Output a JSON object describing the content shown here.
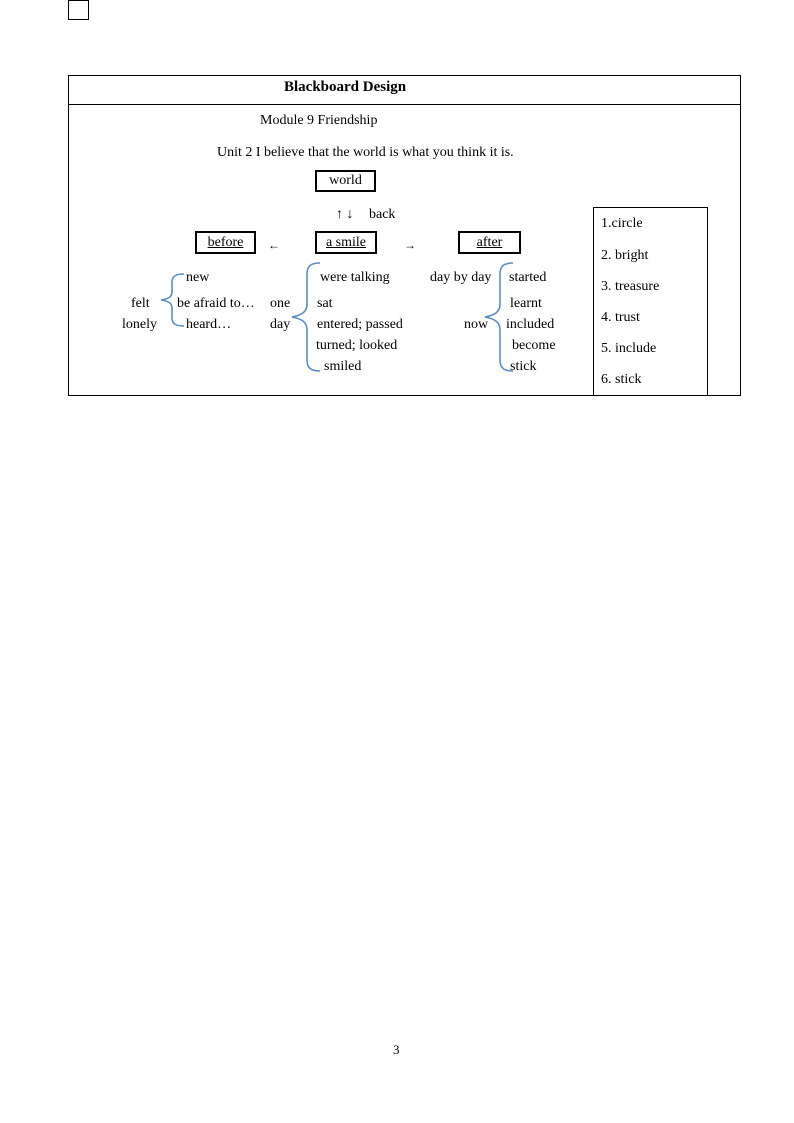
{
  "header": {
    "title": "Blackboard Design"
  },
  "module_title": "Module 9 Friendship",
  "unit_title": "Unit 2 I believe that the world is what you think it is.",
  "boxes": {
    "world": "world",
    "before": "before",
    "smile": "a smile",
    "after": "after"
  },
  "arrows": {
    "updown": "↑ ↓",
    "back": "back",
    "left": "←",
    "right": "→"
  },
  "before_column": {
    "lead": [
      "felt",
      "lonely"
    ],
    "items": [
      "new",
      "be afraid to…",
      "heard…"
    ]
  },
  "smile_column": {
    "lead": [
      "one",
      "day"
    ],
    "items": [
      "were talking",
      "sat",
      "entered; passed",
      "turned; looked",
      "smiled"
    ]
  },
  "after_column": {
    "lead_top": "day by day",
    "lead_bottom": "now",
    "items": [
      "started",
      "learnt",
      "included",
      "become",
      "stick"
    ]
  },
  "vocabulary": [
    "1.circle",
    "2. bright",
    "3. treasure",
    "4. trust",
    "5. include",
    "6. stick"
  ],
  "page_number": "3",
  "colors": {
    "brace": "#5b8ec0",
    "border": "#000000"
  }
}
